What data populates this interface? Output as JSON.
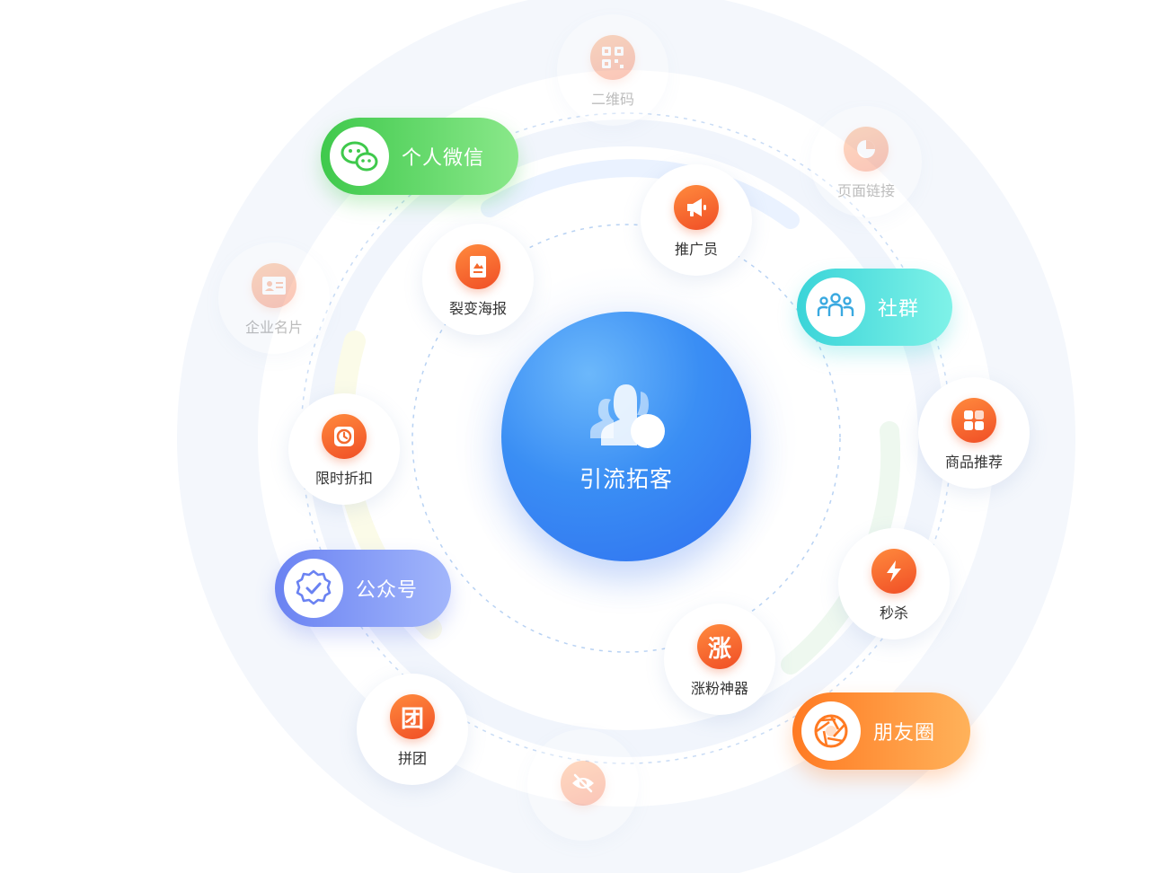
{
  "center": {
    "title": "引流拓客",
    "icon": "users-icon"
  },
  "nodes": [
    {
      "label": "二维码",
      "icon": "qrcode-icon",
      "faded": true
    },
    {
      "label": "页面链接",
      "icon": "link-icon",
      "faded": true
    },
    {
      "label": "推广员",
      "icon": "megaphone-icon"
    },
    {
      "label": "裂变海报",
      "icon": "poster-icon"
    },
    {
      "label": "企业名片",
      "icon": "business-card-icon",
      "faded": true
    },
    {
      "label": "限时折扣",
      "icon": "clock-icon"
    },
    {
      "label": "商品推荐",
      "icon": "grid-icon"
    },
    {
      "label": "秒杀",
      "icon": "lightning-icon"
    },
    {
      "label": "涨粉神器",
      "icon": "zhang-glyph-icon",
      "glyph": "涨"
    },
    {
      "label": "拼团",
      "icon": "tuan-glyph-icon",
      "glyph": "团"
    },
    {
      "label": "",
      "icon": "eye-off-icon",
      "faded": true
    }
  ],
  "pills": [
    {
      "label": "个人微信",
      "icon": "wechat-icon",
      "color": "#3fc94c"
    },
    {
      "label": "社群",
      "icon": "community-icon",
      "color": "#3ad4d8"
    },
    {
      "label": "公众号",
      "icon": "verified-badge-icon",
      "color": "#6a82f2"
    },
    {
      "label": "朋友圈",
      "icon": "aperture-icon",
      "color": "#ff7a22"
    }
  ]
}
